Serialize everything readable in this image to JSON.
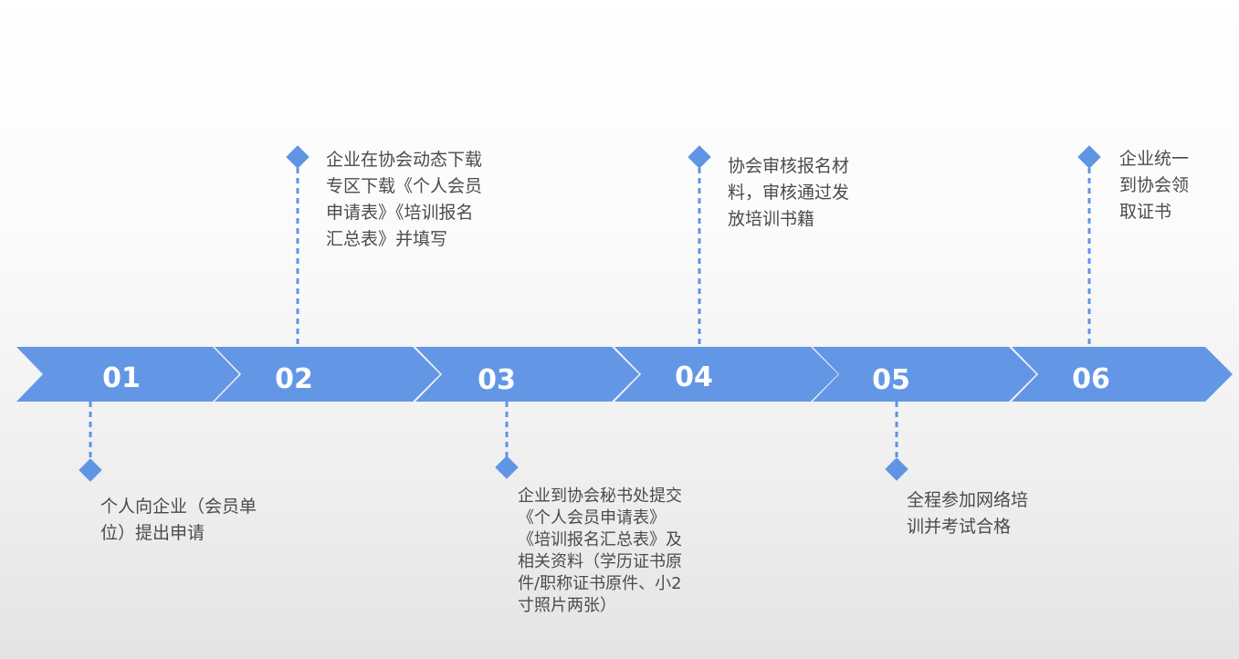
{
  "colors": {
    "arrow": "#6397e6",
    "marker": "#5f95e3",
    "text": "#4b4b4b"
  },
  "steps": [
    {
      "number": "01",
      "position": "bottom",
      "lines": [
        "个人向企业（会员单",
        "位）提出申请"
      ]
    },
    {
      "number": "02",
      "position": "top",
      "lines": [
        "企业在协会动态下载",
        "专区下载《个人会员",
        "申请表》《培训报名",
        "汇总表》并填写"
      ]
    },
    {
      "number": "03",
      "position": "bottom",
      "lines": [
        "企业到协会秘书处提交",
        "《个人会员申请表》",
        "《培训报名汇总表》及",
        "相关资料（学历证书原",
        "件/职称证书原件、小2",
        "寸照片两张）"
      ]
    },
    {
      "number": "04",
      "position": "top",
      "lines": [
        "协会审核报名材",
        "料，审核通过发",
        "放培训书籍"
      ]
    },
    {
      "number": "05",
      "position": "bottom",
      "lines": [
        "全程参加网络培",
        "训并考试合格"
      ]
    },
    {
      "number": "06",
      "position": "top",
      "lines": [
        "企业统一",
        "到协会领",
        "取证书"
      ]
    }
  ]
}
